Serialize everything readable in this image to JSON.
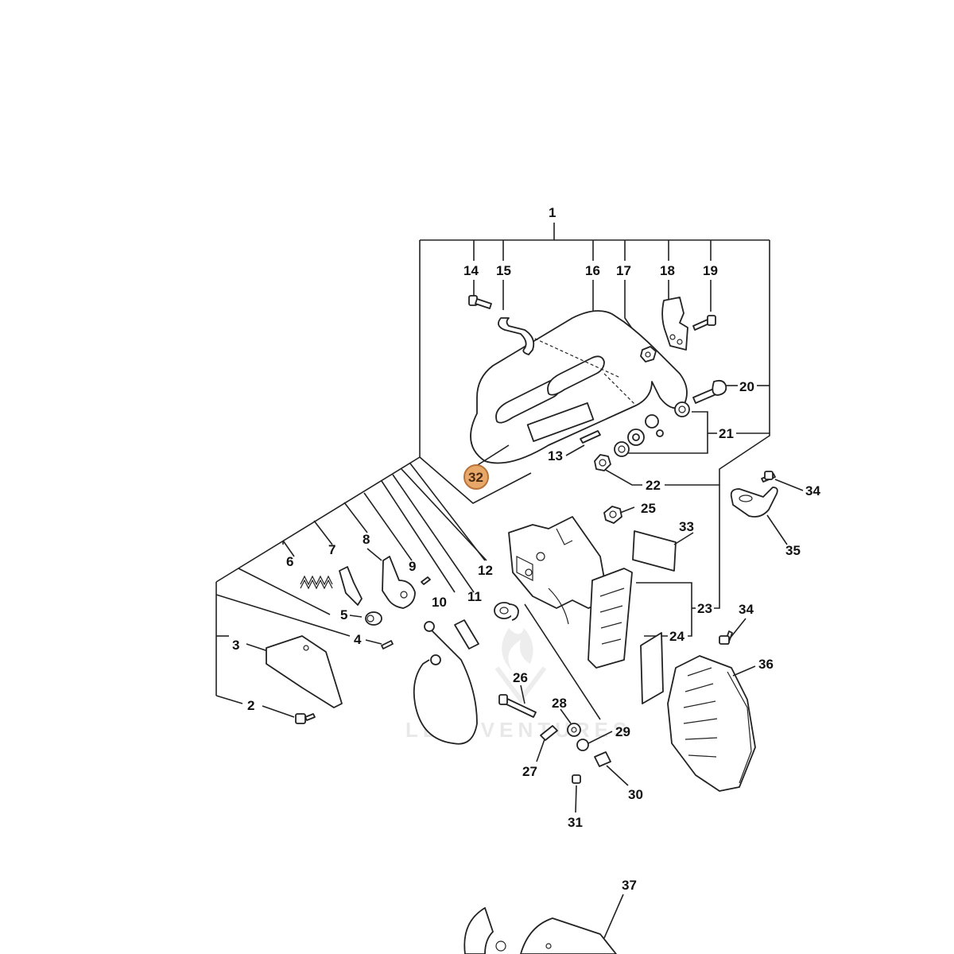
{
  "diagram": {
    "callouts": [
      {
        "id": "1",
        "text": "1"
      },
      {
        "id": "2",
        "text": "2"
      },
      {
        "id": "3",
        "text": "3"
      },
      {
        "id": "4",
        "text": "4"
      },
      {
        "id": "5",
        "text": "5"
      },
      {
        "id": "6",
        "text": "6"
      },
      {
        "id": "7",
        "text": "7"
      },
      {
        "id": "8",
        "text": "8"
      },
      {
        "id": "9",
        "text": "9"
      },
      {
        "id": "10",
        "text": "10"
      },
      {
        "id": "11",
        "text": "11"
      },
      {
        "id": "12",
        "text": "12"
      },
      {
        "id": "13",
        "text": "13"
      },
      {
        "id": "14",
        "text": "14"
      },
      {
        "id": "15",
        "text": "15"
      },
      {
        "id": "16",
        "text": "16"
      },
      {
        "id": "17",
        "text": "17"
      },
      {
        "id": "18",
        "text": "18"
      },
      {
        "id": "19",
        "text": "19"
      },
      {
        "id": "20",
        "text": "20"
      },
      {
        "id": "21",
        "text": "21"
      },
      {
        "id": "22",
        "text": "22"
      },
      {
        "id": "23",
        "text": "23"
      },
      {
        "id": "24",
        "text": "24"
      },
      {
        "id": "25",
        "text": "25"
      },
      {
        "id": "26",
        "text": "26"
      },
      {
        "id": "27",
        "text": "27"
      },
      {
        "id": "28",
        "text": "28"
      },
      {
        "id": "29",
        "text": "29"
      },
      {
        "id": "30",
        "text": "30"
      },
      {
        "id": "31",
        "text": "31"
      },
      {
        "id": "32",
        "text": "32"
      },
      {
        "id": "33",
        "text": "33"
      },
      {
        "id": "34a",
        "text": "34"
      },
      {
        "id": "34b",
        "text": "34"
      },
      {
        "id": "35",
        "text": "35"
      },
      {
        "id": "36",
        "text": "36"
      },
      {
        "id": "37",
        "text": "37"
      }
    ],
    "highlighted": "32",
    "highlight_color": "#e8a86a",
    "watermark": "LEADVENTURES"
  }
}
